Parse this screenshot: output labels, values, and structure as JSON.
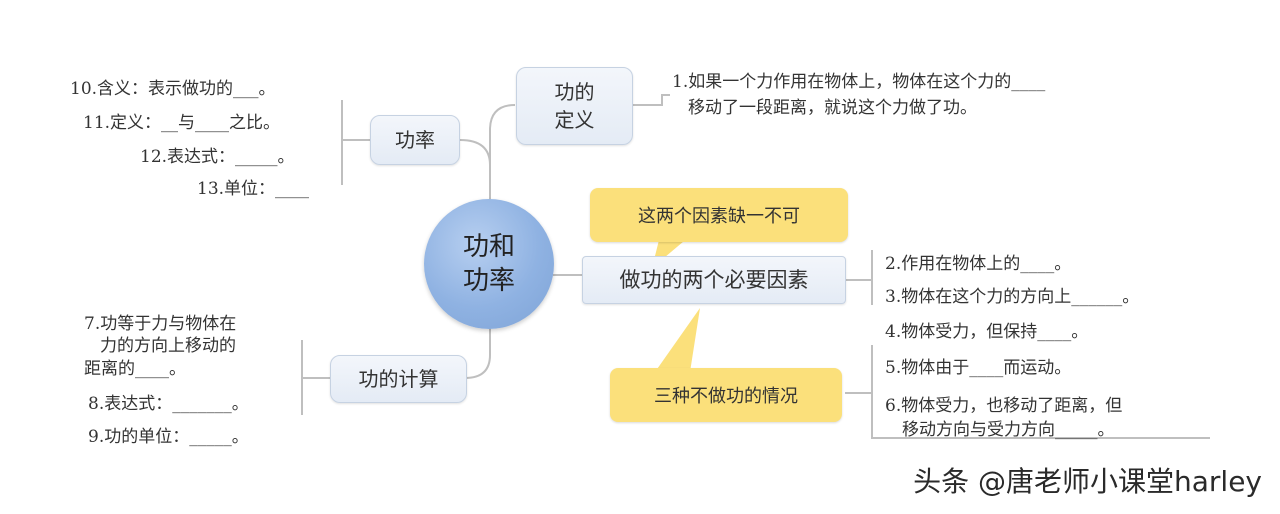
{
  "center": {
    "line1": "功和",
    "line2": "功率"
  },
  "nodes": {
    "definition": {
      "line1": "功的",
      "line2": "定义"
    },
    "power": "功率",
    "factors": "做功的两个必要因素",
    "calculation": "功的计算"
  },
  "callouts": {
    "top": "这两个因素缺一不可",
    "bottom": "三种不做功的情况"
  },
  "definition_item": {
    "line1": "1.如果一个力作用在物体上，物体在这个力的____",
    "line2": "移动了一段距离，就说这个力做了功。"
  },
  "power_items": [
    "10.含义：表示做功的___。",
    "11.定义：__与____之比。",
    "12.表达式：_____。",
    "13.单位：____"
  ],
  "factor_items": [
    "2.作用在物体上的____。",
    "3.物体在这个力的方向上______。"
  ],
  "no_work_items": [
    "4.物体受力，但保持____。",
    "5.物体由于____而运动。",
    "6.物体受力，也移动了距离，但",
    "移动方向与受力方向_____。"
  ],
  "calc_items": [
    "7.功等于力与物体在",
    "力的方向上移动的",
    "距离的____。",
    "8.表达式：_______。",
    "9.功的单位：_____。"
  ],
  "watermark": "头条 @唐老师小课堂harley"
}
